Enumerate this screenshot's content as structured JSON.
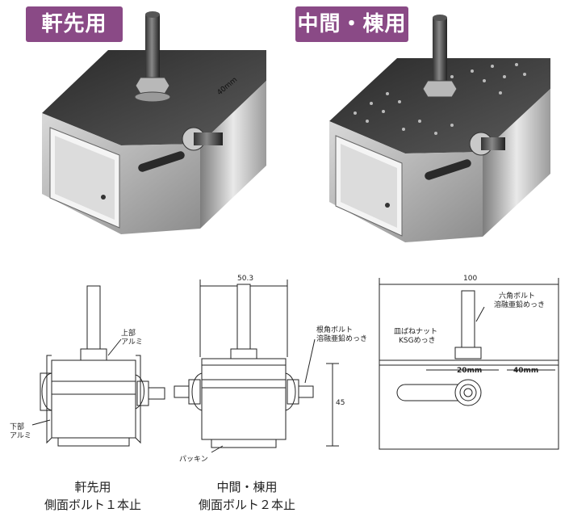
{
  "badges": {
    "eaves": "軒先用",
    "middle": "中間・棟用"
  },
  "photo_marks": {
    "scale_40": "40mm"
  },
  "drawing1": {
    "label_upper": "上部",
    "label_upper_2": "アルミ",
    "label_lower": "下部",
    "label_lower_2": "アルミ"
  },
  "drawing2": {
    "width_dim": "50.3",
    "height_dim": "45",
    "label_bolt": "根角ボルト",
    "label_bolt_2": "溶融亜鉛めっき",
    "label_packing": "パッキン"
  },
  "drawing3": {
    "width_dim": "100",
    "label_hexbolt": "六角ボルト",
    "label_hexbolt_2": "溶融亜鉛めっき",
    "label_nut": "皿ばねナット",
    "label_nut_2": "KSGめっき",
    "dim_20": "20mm",
    "dim_40": "40mm"
  },
  "captions": {
    "eaves_line1": "軒先用",
    "eaves_line2": "側面ボルト１本止",
    "middle_line1": "中間・棟用",
    "middle_line2": "側面ボルト２本止"
  },
  "colors": {
    "badge": "#8a4a86"
  }
}
